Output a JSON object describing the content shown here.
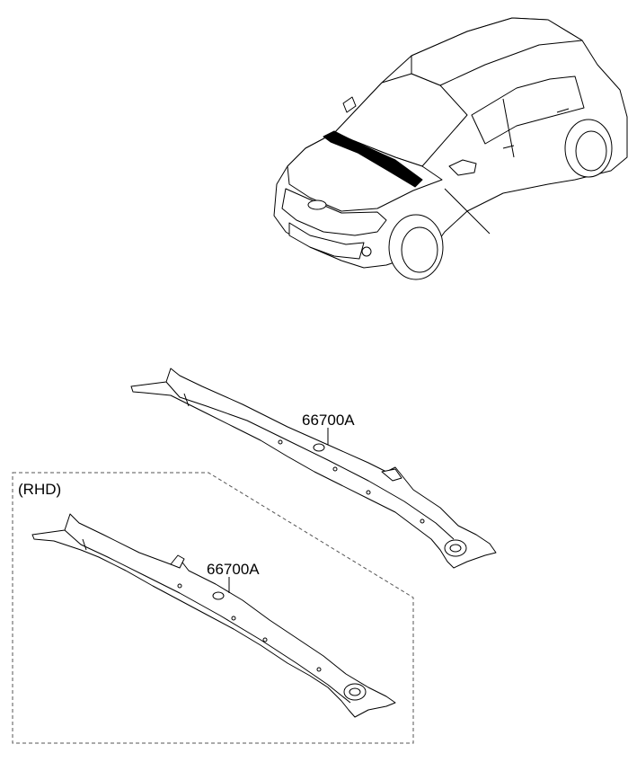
{
  "parts": [
    {
      "part_number": "66700A"
    },
    {
      "part_number": "66700A"
    }
  ],
  "variant": {
    "label": "(RHD)"
  },
  "colors": {
    "line": "#000000",
    "background": "#ffffff",
    "dash_box": "#555555"
  },
  "icons": [
    "car-illustration",
    "cowl-top-panel",
    "cowl-top-panel-rhd"
  ]
}
